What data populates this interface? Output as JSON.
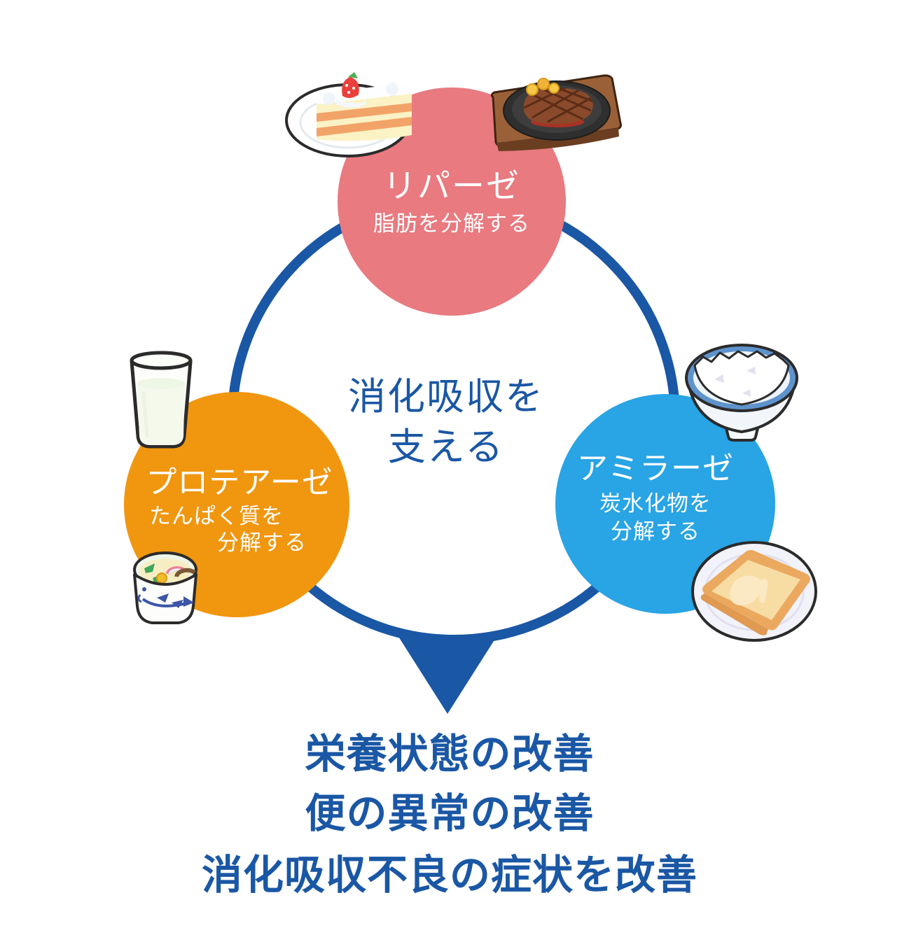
{
  "diagram": {
    "center_label": {
      "line1": "消化吸収を",
      "line2": "支える"
    },
    "enzymes": {
      "lipase": {
        "name": "リパーゼ",
        "role": "脂肪を分解する"
      },
      "protease": {
        "name": "プロテアーゼ",
        "role_line1": "たんぱく質を",
        "role_line2": "分解する"
      },
      "amylase": {
        "name": "アミラーゼ",
        "role_line1": "炭水化物を",
        "role_line2": "分解する"
      }
    },
    "outcomes": {
      "line1": "栄養状態の改善",
      "line2": "便の異常の改善",
      "line3": "消化吸収不良の症状を改善"
    },
    "icons": {
      "lipase": [
        "cake-icon",
        "steak-icon"
      ],
      "protease": [
        "milk-glass-icon",
        "chawanmushi-icon"
      ],
      "amylase": [
        "rice-bowl-icon",
        "toast-icon"
      ]
    },
    "colors": {
      "lipase_circle": "#E87A80",
      "protease_circle": "#F0960F",
      "amylase_circle": "#29A4E4",
      "brand_blue": "#1A57A5",
      "background": "#FFFFFF"
    }
  }
}
